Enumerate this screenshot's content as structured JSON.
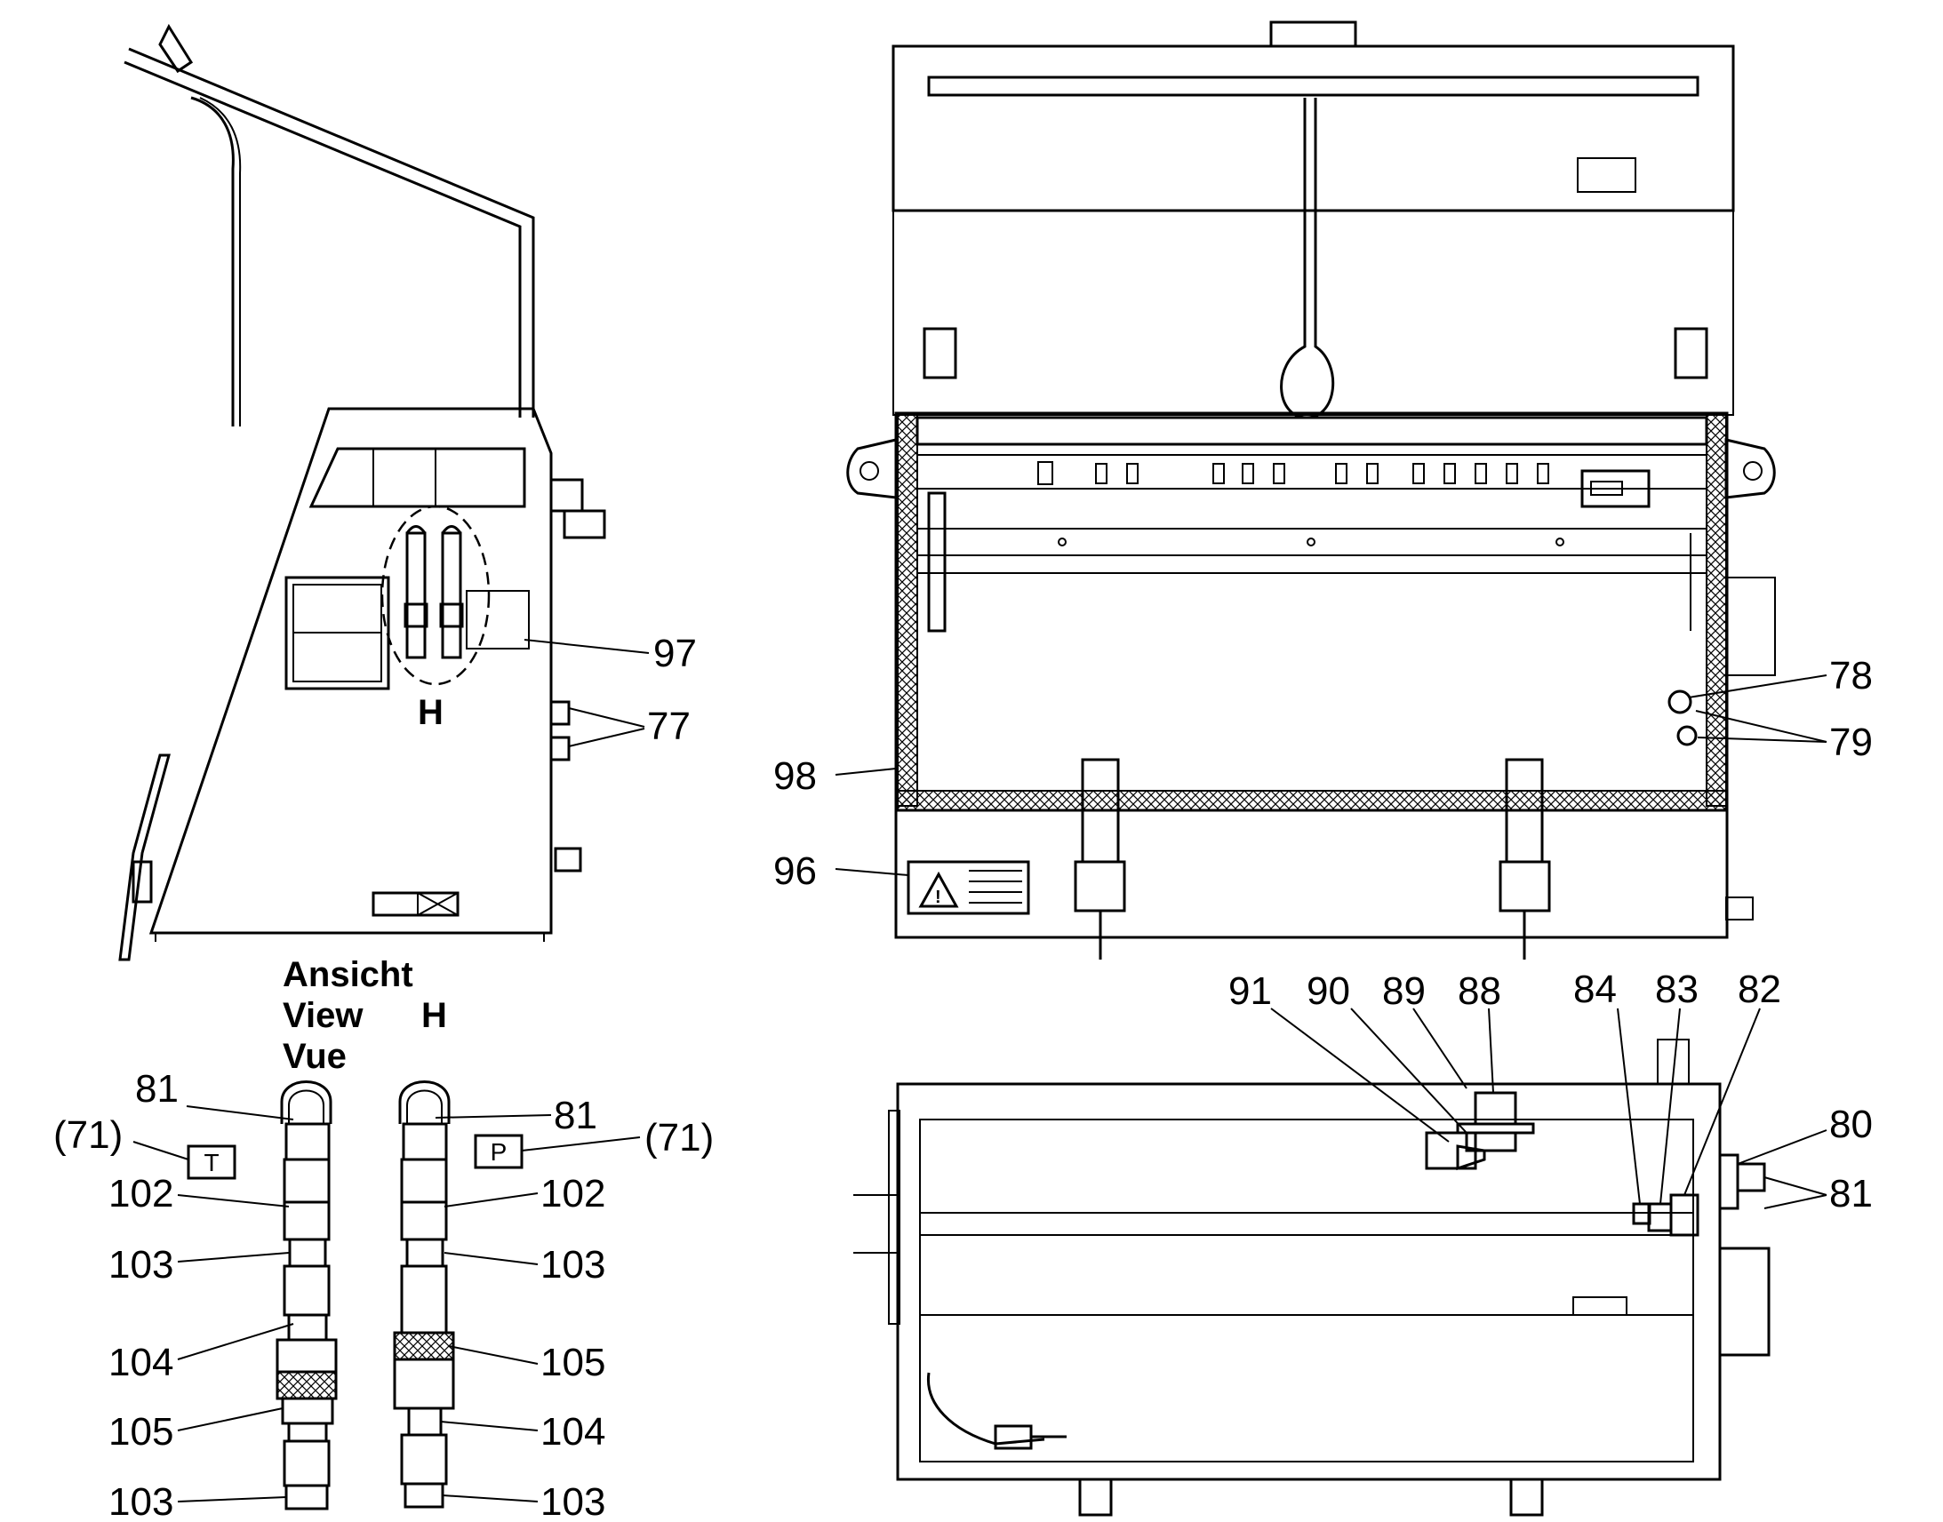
{
  "view_title": {
    "line1": "Ansicht",
    "line2": "View",
    "line3": "Vue",
    "letter": "H"
  },
  "detail_letter": "H",
  "callouts": {
    "c97": "97",
    "c77": "77",
    "c78": "78",
    "c79": "79",
    "c98": "98",
    "c96": "96",
    "c91": "91",
    "c90": "90",
    "c89": "89",
    "c88": "88",
    "c84": "84",
    "c83": "83",
    "c82": "82",
    "c80": "80",
    "c81_right": "81",
    "c81_left": "81",
    "c81_mid": "81",
    "c71_left": "(71)",
    "c71_right": "(71)",
    "c102_left": "102",
    "c102_right": "102",
    "c103_left_a": "103",
    "c103_right_a": "103",
    "c104_left": "104",
    "c105_right": "105",
    "c105_left": "105",
    "c104_right": "104",
    "c103_left_b": "103",
    "c103_right_b": "103"
  },
  "port_labels": {
    "tank": "T",
    "pressure": "P"
  }
}
